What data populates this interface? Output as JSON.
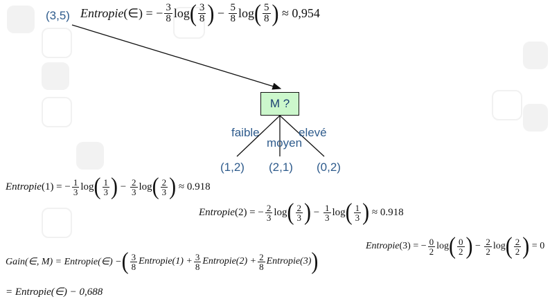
{
  "root": {
    "counts": "(3,5)"
  },
  "node": {
    "label": "M ?"
  },
  "branches": [
    {
      "label": "faible",
      "counts": "(1,2)"
    },
    {
      "label": "moyen",
      "counts": "(2,1)"
    },
    {
      "label": "elevé",
      "counts": "(0,2)"
    }
  ],
  "equations": {
    "root": {
      "lhs": "Entropie",
      "arg": "∈",
      "a_num": "3",
      "a_den": "8",
      "b_num": "5",
      "b_den": "8",
      "result": "≈ 0,954"
    },
    "e1": {
      "lhs": "Entropie",
      "arg": "1",
      "a_num": "1",
      "a_den": "3",
      "b_num": "2",
      "b_den": "3",
      "result": "≈ 0.918"
    },
    "e2": {
      "lhs": "Entropie",
      "arg": "2",
      "a_num": "2",
      "a_den": "3",
      "b_num": "1",
      "b_den": "3",
      "result": "≈ 0.918"
    },
    "e3": {
      "lhs": "Entropie",
      "arg": "3",
      "a_num": "0",
      "a_den": "2",
      "b_num": "2",
      "b_den": "2",
      "result": "= 0"
    },
    "gain": {
      "lhs": "Gain(∈, M) = Entropie(∈) −",
      "w1_num": "3",
      "w1_den": "8",
      "t1": "Entropie(1) +",
      "w2_num": "3",
      "w2_den": "8",
      "t2": "Entropie(2) +",
      "w3_num": "2",
      "w3_den": "8",
      "t3": "Entropie(3)"
    },
    "final": "= Entropie(∈) − 0,688"
  }
}
